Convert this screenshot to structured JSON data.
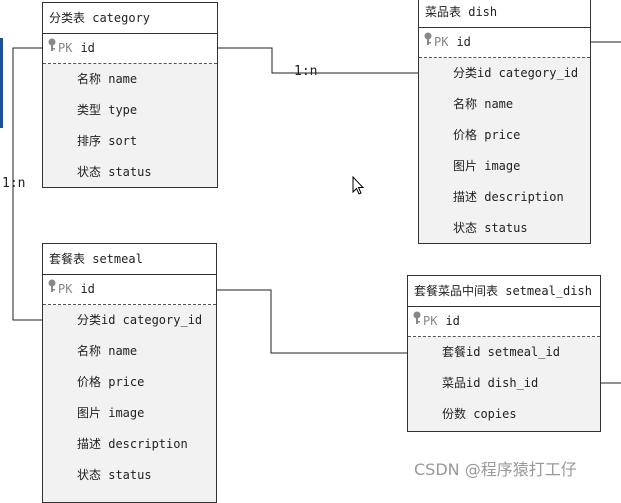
{
  "tables": {
    "category": {
      "title": "分类表 category",
      "pk_label": "PK",
      "pk_field": "id",
      "attributes": [
        "名称 name",
        "类型 type",
        "排序 sort",
        "状态 status"
      ]
    },
    "dish": {
      "title": "菜品表 dish",
      "pk_label": "PK",
      "pk_field": "id",
      "attributes": [
        "分类id category_id",
        "名称 name",
        "价格 price",
        "图片 image",
        "描述 description",
        "状态 status"
      ]
    },
    "setmeal": {
      "title": "套餐表 setmeal",
      "pk_label": "PK",
      "pk_field": "id",
      "attributes": [
        "分类id category_id",
        "名称 name",
        "价格 price",
        "图片 image",
        "描述 description",
        "状态 status"
      ]
    },
    "setmeal_dish": {
      "title": "套餐菜品中间表 setmeal_dish",
      "pk_label": "PK",
      "pk_field": "id",
      "attributes": [
        "套餐id setmeal_id",
        "菜品id dish_id",
        "份数 copies"
      ]
    }
  },
  "relations": {
    "category_dish": "1:n",
    "category_setmeal": "1:n"
  },
  "icons": {
    "key": "key-icon",
    "cursor": "mouse-cursor-icon"
  },
  "watermark": "CSDN @程序猿打工仔"
}
